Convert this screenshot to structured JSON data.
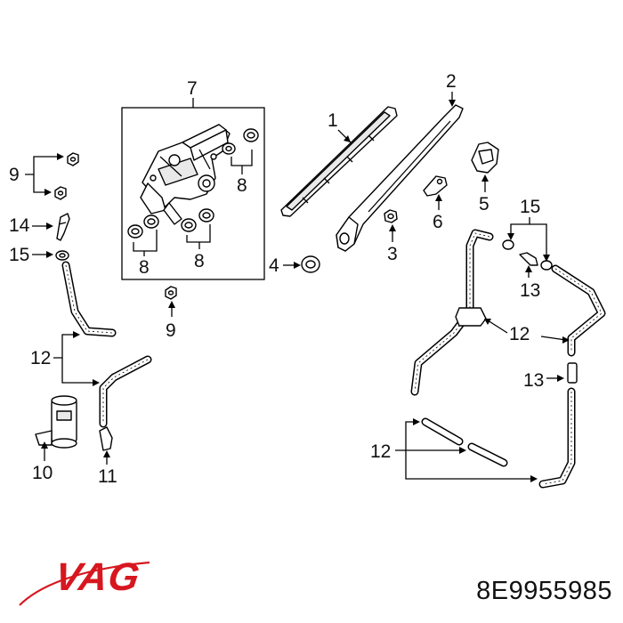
{
  "diagram": {
    "callouts": {
      "c1": "1",
      "c2": "2",
      "c3": "3",
      "c4": "4",
      "c5": "5",
      "c6": "6",
      "c7": "7",
      "c8a": "8",
      "c8b": "8",
      "c8c": "8",
      "c9a": "9",
      "c9b": "9",
      "c10": "10",
      "c11": "11",
      "c12a": "12",
      "c12b": "12",
      "c12c": "12",
      "c13a": "13",
      "c13b": "13",
      "c14": "14",
      "c15a": "15",
      "c15b": "15"
    }
  },
  "brand": {
    "logo_text": "VAG",
    "logo_color": "#d7171f",
    "logo_swoosh_color": "#d7171f"
  },
  "part_number": "8E9955985"
}
